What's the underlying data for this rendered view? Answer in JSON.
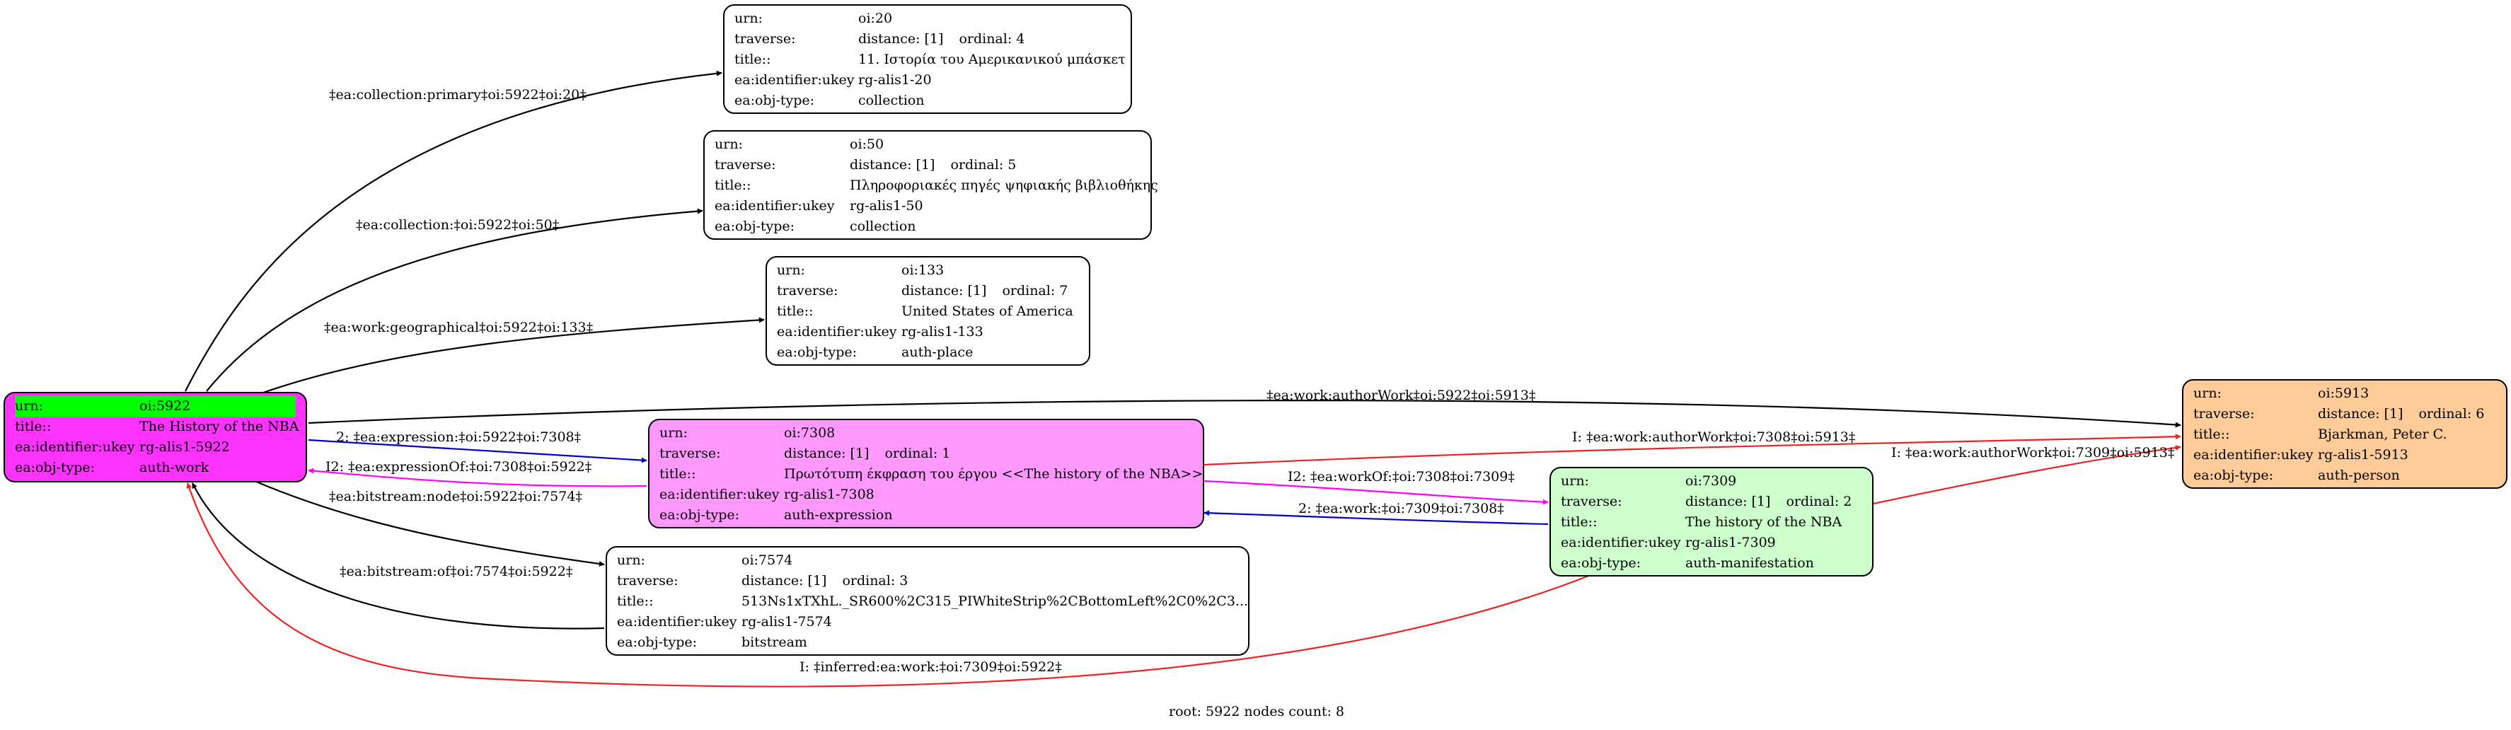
{
  "colors": {
    "root_fill": "#ff33ff",
    "expression_fill": "#ff99ff",
    "manifestation_fill": "#ccffcc",
    "person_fill": "#ffcc99",
    "plain_fill": "#ffffff",
    "urn_highlight": "#00ff00",
    "edge_black": "#000000",
    "edge_blue": "#0000cc",
    "edge_red": "#ee2222",
    "edge_magenta": "#ff00ff"
  },
  "nodes": {
    "oi20": {
      "urn_key": "urn:",
      "urn": "oi:20",
      "traverse_key": "traverse:",
      "distance": "distance: [1]",
      "ordinal": "ordinal: 4",
      "title_key": "title::",
      "title": "11. Ιστορία του Αμερικανικού μπάσκετ",
      "ukey_key": "ea:identifier:ukey",
      "ukey": "rg-alis1-20",
      "type_key": "ea:obj-type:",
      "type": "collection"
    },
    "oi50": {
      "urn_key": "urn:",
      "urn": "oi:50",
      "traverse_key": "traverse:",
      "distance": "distance: [1]",
      "ordinal": "ordinal: 5",
      "title_key": "title::",
      "title": "Πληροφοριακές πηγές ψηφιακής βιβλιοθήκης",
      "ukey_key": "ea:identifier:ukey",
      "ukey": "rg-alis1-50",
      "type_key": "ea:obj-type:",
      "type": "collection"
    },
    "oi133": {
      "urn_key": "urn:",
      "urn": "oi:133",
      "traverse_key": "traverse:",
      "distance": "distance: [1]",
      "ordinal": "ordinal: 7",
      "title_key": "title::",
      "title": "United States of America",
      "ukey_key": "ea:identifier:ukey",
      "ukey": "rg-alis1-133",
      "type_key": "ea:obj-type:",
      "type": "auth-place"
    },
    "oi5922": {
      "urn_key": "urn:",
      "urn": "oi:5922",
      "title_key": "title::",
      "title": "The History of the NBA",
      "ukey_key": "ea:identifier:ukey",
      "ukey": "rg-alis1-5922",
      "type_key": "ea:obj-type:",
      "type": "auth-work"
    },
    "oi7308": {
      "urn_key": "urn:",
      "urn": "oi:7308",
      "traverse_key": "traverse:",
      "distance": "distance: [1]",
      "ordinal": "ordinal: 1",
      "title_key": "title::",
      "title": "Πρωτότυπη έκφραση του έργου <<The history of the NBA>>",
      "ukey_key": "ea:identifier:ukey",
      "ukey": "rg-alis1-7308",
      "type_key": "ea:obj-type:",
      "type": "auth-expression"
    },
    "oi7309": {
      "urn_key": "urn:",
      "urn": "oi:7309",
      "traverse_key": "traverse:",
      "distance": "distance: [1]",
      "ordinal": "ordinal: 2",
      "title_key": "title::",
      "title": "The history of the NBA",
      "ukey_key": "ea:identifier:ukey",
      "ukey": "rg-alis1-7309",
      "type_key": "ea:obj-type:",
      "type": "auth-manifestation"
    },
    "oi5913": {
      "urn_key": "urn:",
      "urn": "oi:5913",
      "traverse_key": "traverse:",
      "distance": "distance: [1]",
      "ordinal": "ordinal: 6",
      "title_key": "title::",
      "title": "Bjarkman, Peter C.",
      "ukey_key": "ea:identifier:ukey",
      "ukey": "rg-alis1-5913",
      "type_key": "ea:obj-type:",
      "type": "auth-person"
    },
    "oi7574": {
      "urn_key": "urn:",
      "urn": "oi:7574",
      "traverse_key": "traverse:",
      "distance": "distance: [1]",
      "ordinal": "ordinal: 3",
      "title_key": "title::",
      "title": "513Ns1xTXhL._SR600%2C315_PIWhiteStrip%2CBottomLeft%2C0%2C3...",
      "ukey_key": "ea:identifier:ukey",
      "ukey": "rg-alis1-7574",
      "type_key": "ea:obj-type:",
      "type": "bitstream"
    }
  },
  "edges": {
    "collection_primary": "‡ea:collection:primary‡oi:5922‡oi:20‡",
    "collection": "‡ea:collection:‡oi:5922‡oi:50‡",
    "geographical": "‡ea:work:geographical‡oi:5922‡oi:133‡",
    "author_work": "‡ea:work:authorWork‡oi:5922‡oi:5913‡",
    "expression": "2: ‡ea:expression:‡oi:5922‡oi:7308‡",
    "expression_of": "I2: ‡ea:expressionOf:‡oi:7308‡oi:5922‡",
    "bitstream_node": "‡ea:bitstream:node‡oi:5922‡oi:7574‡",
    "bitstream_of": "‡ea:bitstream:of‡oi:7574‡oi:5922‡",
    "inferred_author_7308": "I: ‡ea:work:authorWork‡oi:7308‡oi:5913‡",
    "inferred_author_7309": "I: ‡ea:work:authorWork‡oi:7309‡oi:5913‡",
    "work_of": "I2: ‡ea:workOf:‡oi:7308‡oi:7309‡",
    "work": "2: ‡ea:work:‡oi:7309‡oi:7308‡",
    "inferred_work": "I: ‡inferred:ea:work:‡oi:7309‡oi:5922‡"
  },
  "footer": "root: 5922 nodes count: 8"
}
